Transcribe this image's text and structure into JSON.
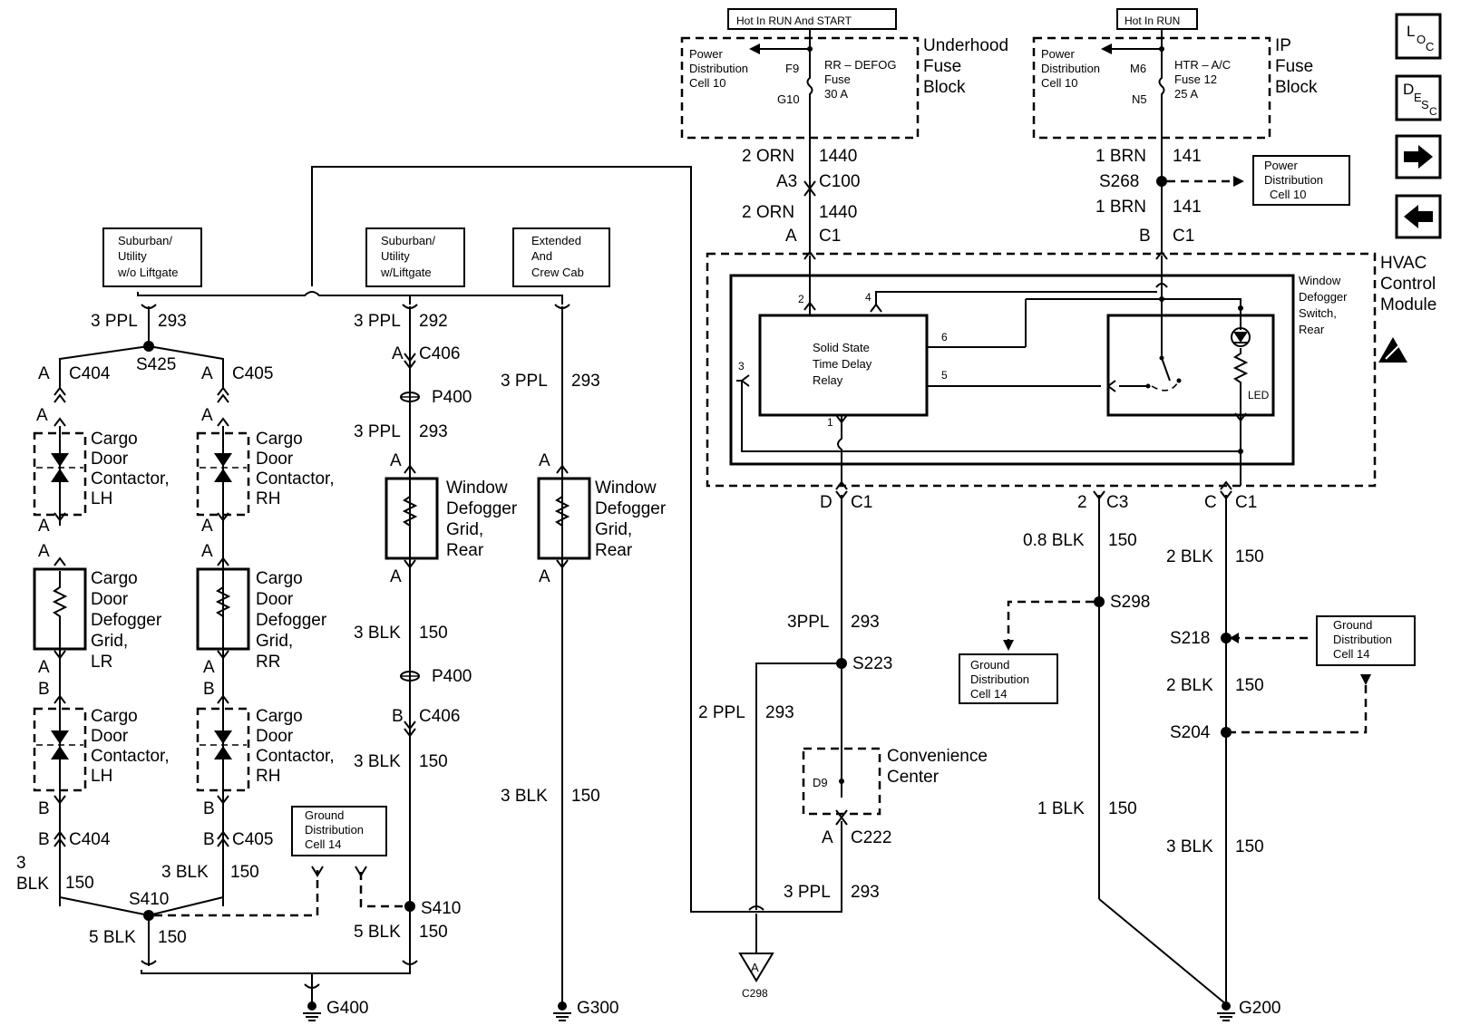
{
  "header": {
    "hot_run_start": "Hot In RUN And START",
    "hot_run": "Hot In RUN"
  },
  "fuse_blocks": {
    "underhood": {
      "title_1": "Underhood",
      "title_2": "Fuse",
      "title_3": "Block",
      "pd_1": "Power",
      "pd_2": "Distribution",
      "pd_3": "Cell 10",
      "pin_top": "F9",
      "pin_bot": "G10",
      "fuse_1": "RR – DEFOG",
      "fuse_2": "Fuse",
      "fuse_3": "30 A"
    },
    "ip": {
      "title_1": "IP",
      "title_2": "Fuse",
      "title_3": "Block",
      "pd_1": "Power",
      "pd_2": "Distribution",
      "pd_3": "Cell 10",
      "pin_top": "M6",
      "pin_bot": "N5",
      "fuse_1": "HTR – A/C",
      "fuse_2": "Fuse 12",
      "fuse_3": "25 A"
    }
  },
  "wires": {
    "orn_1": "2 ORN",
    "orn_1_num": "1440",
    "c100_pin": "A3",
    "c100": "C100",
    "orn_2": "2 ORN",
    "orn_2_num": "1440",
    "c1_a_pin": "A",
    "c1_a": "C1",
    "brn_1": "1 BRN",
    "brn_1_num": "141",
    "s268": "S268",
    "brn_2": "1 BRN",
    "brn_2_num": "141",
    "c1_b_pin": "B",
    "c1_b": "C1",
    "pd_right_1": "Power",
    "pd_right_2": "Distribution",
    "pd_right_3": "Cell 10"
  },
  "hvac": {
    "title_1": "HVAC",
    "title_2": "Control",
    "title_3": "Module",
    "switch_1": "Window",
    "switch_2": "Defogger",
    "switch_3": "Switch,",
    "switch_4": "Rear",
    "relay_1": "Solid State",
    "relay_2": "Time Delay",
    "relay_3": "Relay",
    "pin2": "2",
    "pin4": "4",
    "pin6": "6",
    "pin5": "5",
    "pin3": "3",
    "pin1": "1",
    "led": "LED"
  },
  "center": {
    "d_pin": "D",
    "c1": "C1",
    "ppl_a": "3PPL",
    "ppl_a_num": "293",
    "s223": "S223",
    "ppl_b": "2 PPL",
    "ppl_b_num": "293",
    "conv_1": "Convenience",
    "conv_2": "Center",
    "d9": "D9",
    "c222_pin": "A",
    "c222": "C222",
    "ppl_c": "3 PPL",
    "ppl_c_num": "293",
    "c298": "C298",
    "gnd_letter": "A"
  },
  "right": {
    "pin2": "2",
    "c3": "C3",
    "blk08": "0.8 BLK",
    "blk08_num": "150",
    "s298": "S298",
    "gd_a_1": "Ground",
    "gd_a_2": "Distribution",
    "gd_a_3": "Cell 14",
    "blk1": "1 BLK",
    "blk1_num": "150",
    "c_pin": "C",
    "c1": "C1",
    "blk2a": "2 BLK",
    "blk2a_num": "150",
    "s218": "S218",
    "gd_b_1": "Ground",
    "gd_b_2": "Distribution",
    "gd_b_3": "Cell 14",
    "blk2b": "2 BLK",
    "blk2b_num": "150",
    "s204": "S204",
    "blk3": "3 BLK",
    "blk3_num": "150",
    "g200": "G200"
  },
  "left": {
    "variant_a_1": "Suburban/",
    "variant_a_2": "Utility",
    "variant_a_3": "w/o Liftgate",
    "variant_b_1": "Suburban/",
    "variant_b_2": "Utility",
    "variant_b_3": "w/Liftgate",
    "variant_c_1": "Extended",
    "variant_c_2": "And",
    "variant_c_3": "Crew Cab",
    "ppl_top": "3 PPL",
    "ppl_top_num": "293",
    "s425": "S425",
    "c404": "C404",
    "c405": "C405",
    "pin_a": "A",
    "pin_b": "B",
    "cdc_1": "Cargo",
    "cdc_2": "Door",
    "cdc_3": "Contactor,",
    "lh": "LH",
    "rh": "RH",
    "cdg_1": "Cargo",
    "cdg_2": "Door",
    "cdg_3": "Defogger",
    "cdg_4": "Grid,",
    "lr": "LR",
    "rr": "RR",
    "blk_lh_1": "3",
    "blk_lh_2": "BLK",
    "blk_lh_num": "150",
    "blk_rh": "3 BLK",
    "blk_rh_num": "150",
    "s410": "S410",
    "blk5": "5 BLK",
    "blk5_num": "150",
    "gd_1": "Ground",
    "gd_2": "Distribution",
    "gd_3": "Cell 14",
    "g400": "G400"
  },
  "middle": {
    "ppl292": "3 PPL",
    "ppl292_num": "292",
    "c406": "C406",
    "p400": "P400",
    "ppl293": "3 PPL",
    "ppl293_num": "293",
    "wdg_1": "Window",
    "wdg_2": "Defogger",
    "wdg_3": "Grid,",
    "wdg_4": "Rear",
    "blk3": "3 BLK",
    "blk3_num": "150",
    "blk3b": "3 BLK",
    "blk3b_num": "150",
    "s410": "S410",
    "blk5": "5 BLK",
    "blk5_num": "150",
    "ext_ppl": "3 PPL",
    "ext_ppl_num": "293",
    "ext_blk": "3 BLK",
    "ext_blk_num": "150",
    "g300": "G300"
  },
  "nav": {
    "loc_icon": "loc-icon",
    "desc_icon": "desc-icon",
    "next_icon": "arrow-right-icon",
    "prev_icon": "arrow-left-icon",
    "esd_icon": "esd-warning-icon"
  }
}
